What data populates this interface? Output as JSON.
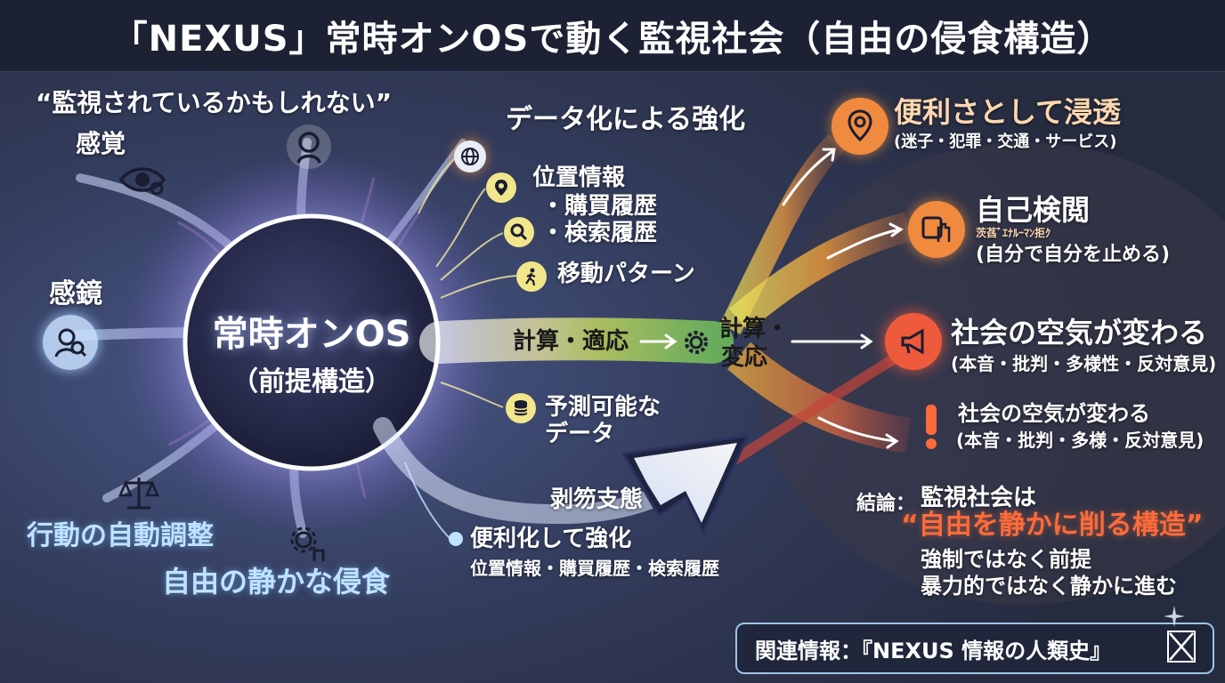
{
  "title": "「NEXUS」常時オンOSで動く監視社会（自由の侵食構造）",
  "core": {
    "title": "常時オンOS",
    "subtitle": "（前提構造）"
  },
  "left": {
    "feeling_title": "“監視されているかもしれない”",
    "feeling_sub": "感覚",
    "mirror": "感鏡",
    "behavior": "行動の自動調整",
    "erosion": "自由の静かな侵食"
  },
  "data_section": {
    "title": "データ化による強化",
    "items": [
      "位置情報",
      "・購買履歴",
      "・検索履歴",
      "移動パターン"
    ]
  },
  "flow": {
    "compute_adapt": "計算・適応",
    "compute_react_1": "計算・",
    "compute_react_2": "変応",
    "predictable_1": "予測可能な",
    "predictable_2": "データ",
    "exploit": "剥笏支態"
  },
  "convenience": {
    "title": "便利化して強化",
    "detail": "位置情報・購買履歴・検索履歴"
  },
  "right": [
    {
      "title": "便利さとして浸透",
      "sub": "(迷子・犯罪・交通・サービス)"
    },
    {
      "title": "自己検閲",
      "tiny": "茨萏ﾞｴﾅﾙｰﾏﾝ拒ｸ",
      "sub": "(自分で自分を止める)"
    },
    {
      "title": "社会の空気が変わる",
      "sub": "(本音・批判・多様性・反対意見)"
    },
    {
      "title": "社会の空気が変わる",
      "sub": "(本音・批判・多様・反対意見)"
    }
  ],
  "conclusion": {
    "label": "結論：",
    "line1": "監視社会は",
    "quote": "“自由を静かに削る構造”",
    "line2": "強制ではなく前提",
    "line3": "暴力的ではなく静かに進む"
  },
  "footer": "関連情報：『NEXUS 情報の人類史』",
  "colors": {
    "background": "#2b3247",
    "title_bar": "#1c2233",
    "accent_orange": "#f08a3e",
    "accent_red": "#ff5a3c",
    "quote_red": "#ff6a3a"
  },
  "icons": [
    "eye-icon",
    "head-icon",
    "person-search-icon",
    "scales-icon",
    "gear-hand-icon",
    "globe-icon",
    "location-pin-icon",
    "search-icon",
    "walking-icon",
    "gear-icon",
    "database-icon",
    "map-pin-icon",
    "hand-screen-icon",
    "megaphone-icon",
    "exclamation-icon",
    "x-logo-icon"
  ]
}
